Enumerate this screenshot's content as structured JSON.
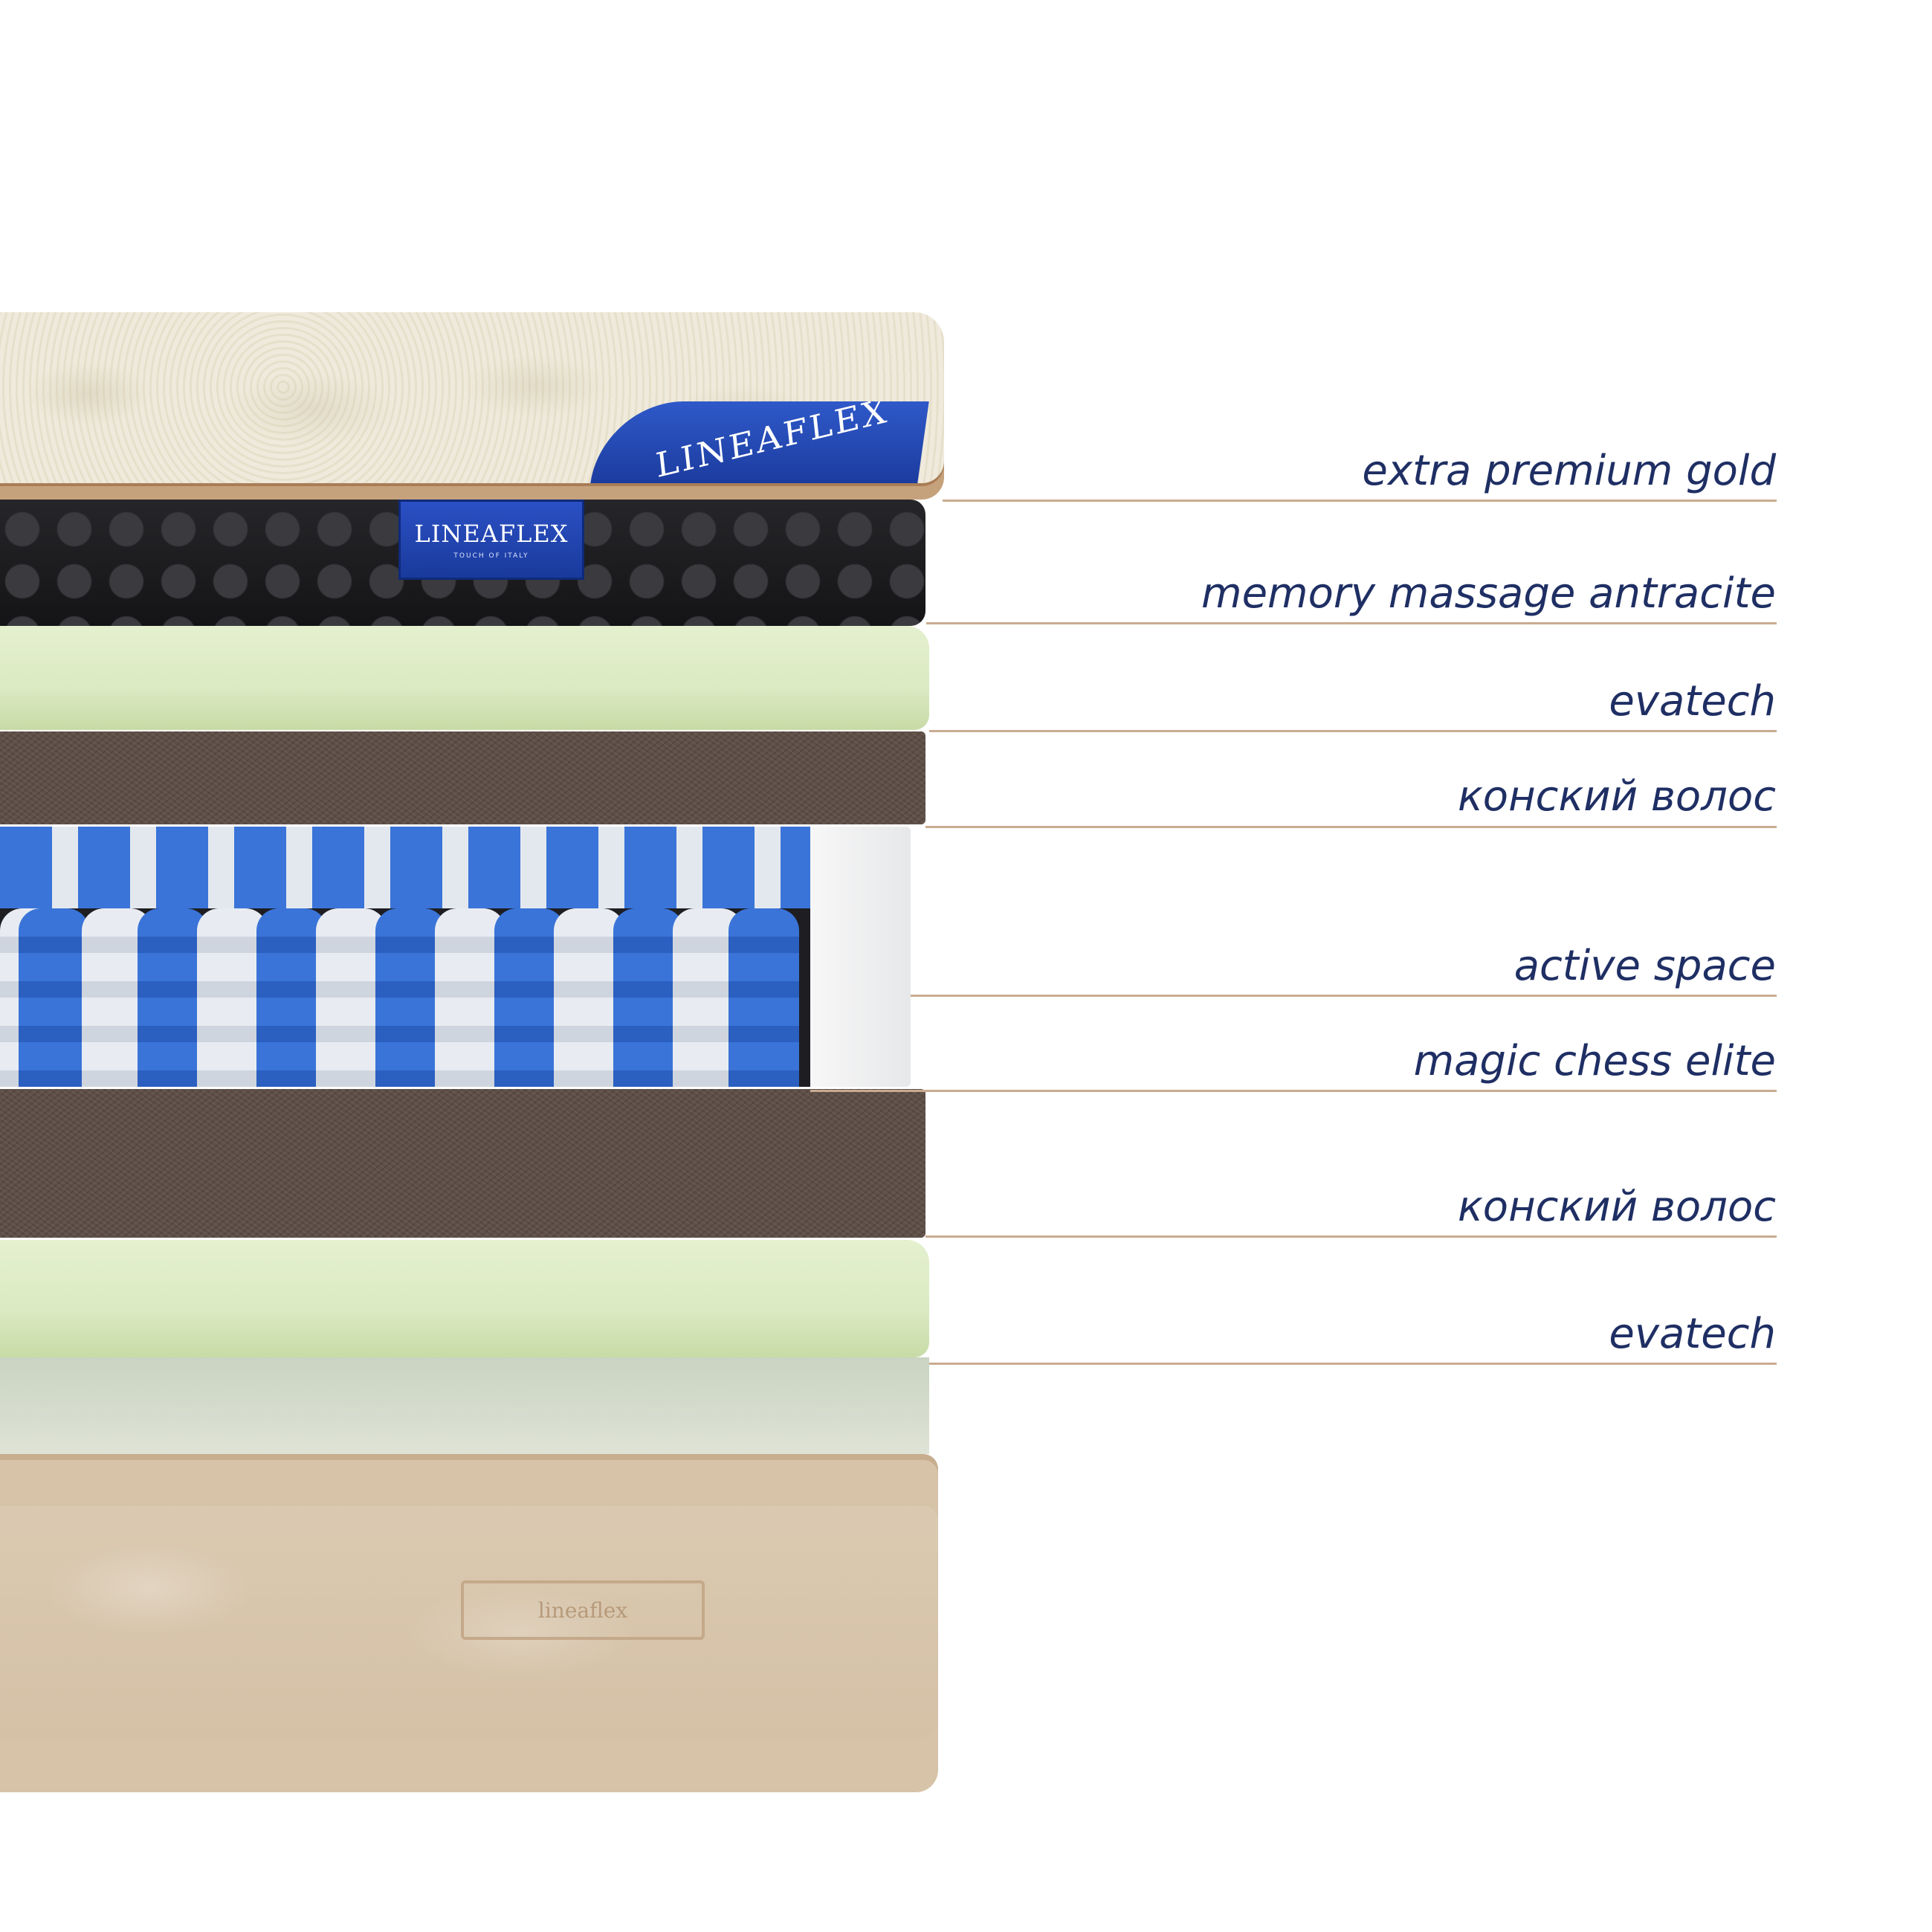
{
  "brand": {
    "name": "LINEAFLEX",
    "motto": "TOUCH OF ITALY",
    "base_tag_text": "lineaflex"
  },
  "layers": [
    {
      "label": "extra premium gold"
    },
    {
      "label": "memory massage antracite"
    },
    {
      "label": "evatech"
    },
    {
      "label": "конский волос"
    },
    {
      "label": "active space"
    },
    {
      "label": "magic chess elite"
    },
    {
      "label": "конский волос"
    },
    {
      "label": "evatech"
    }
  ],
  "colors": {
    "label_text": "#1f2f64",
    "callout_line": "#c9ac90",
    "brand_blue": "#2b50c4",
    "evatech_green": "#dbeac2",
    "horsehair": "#5e4f47"
  }
}
